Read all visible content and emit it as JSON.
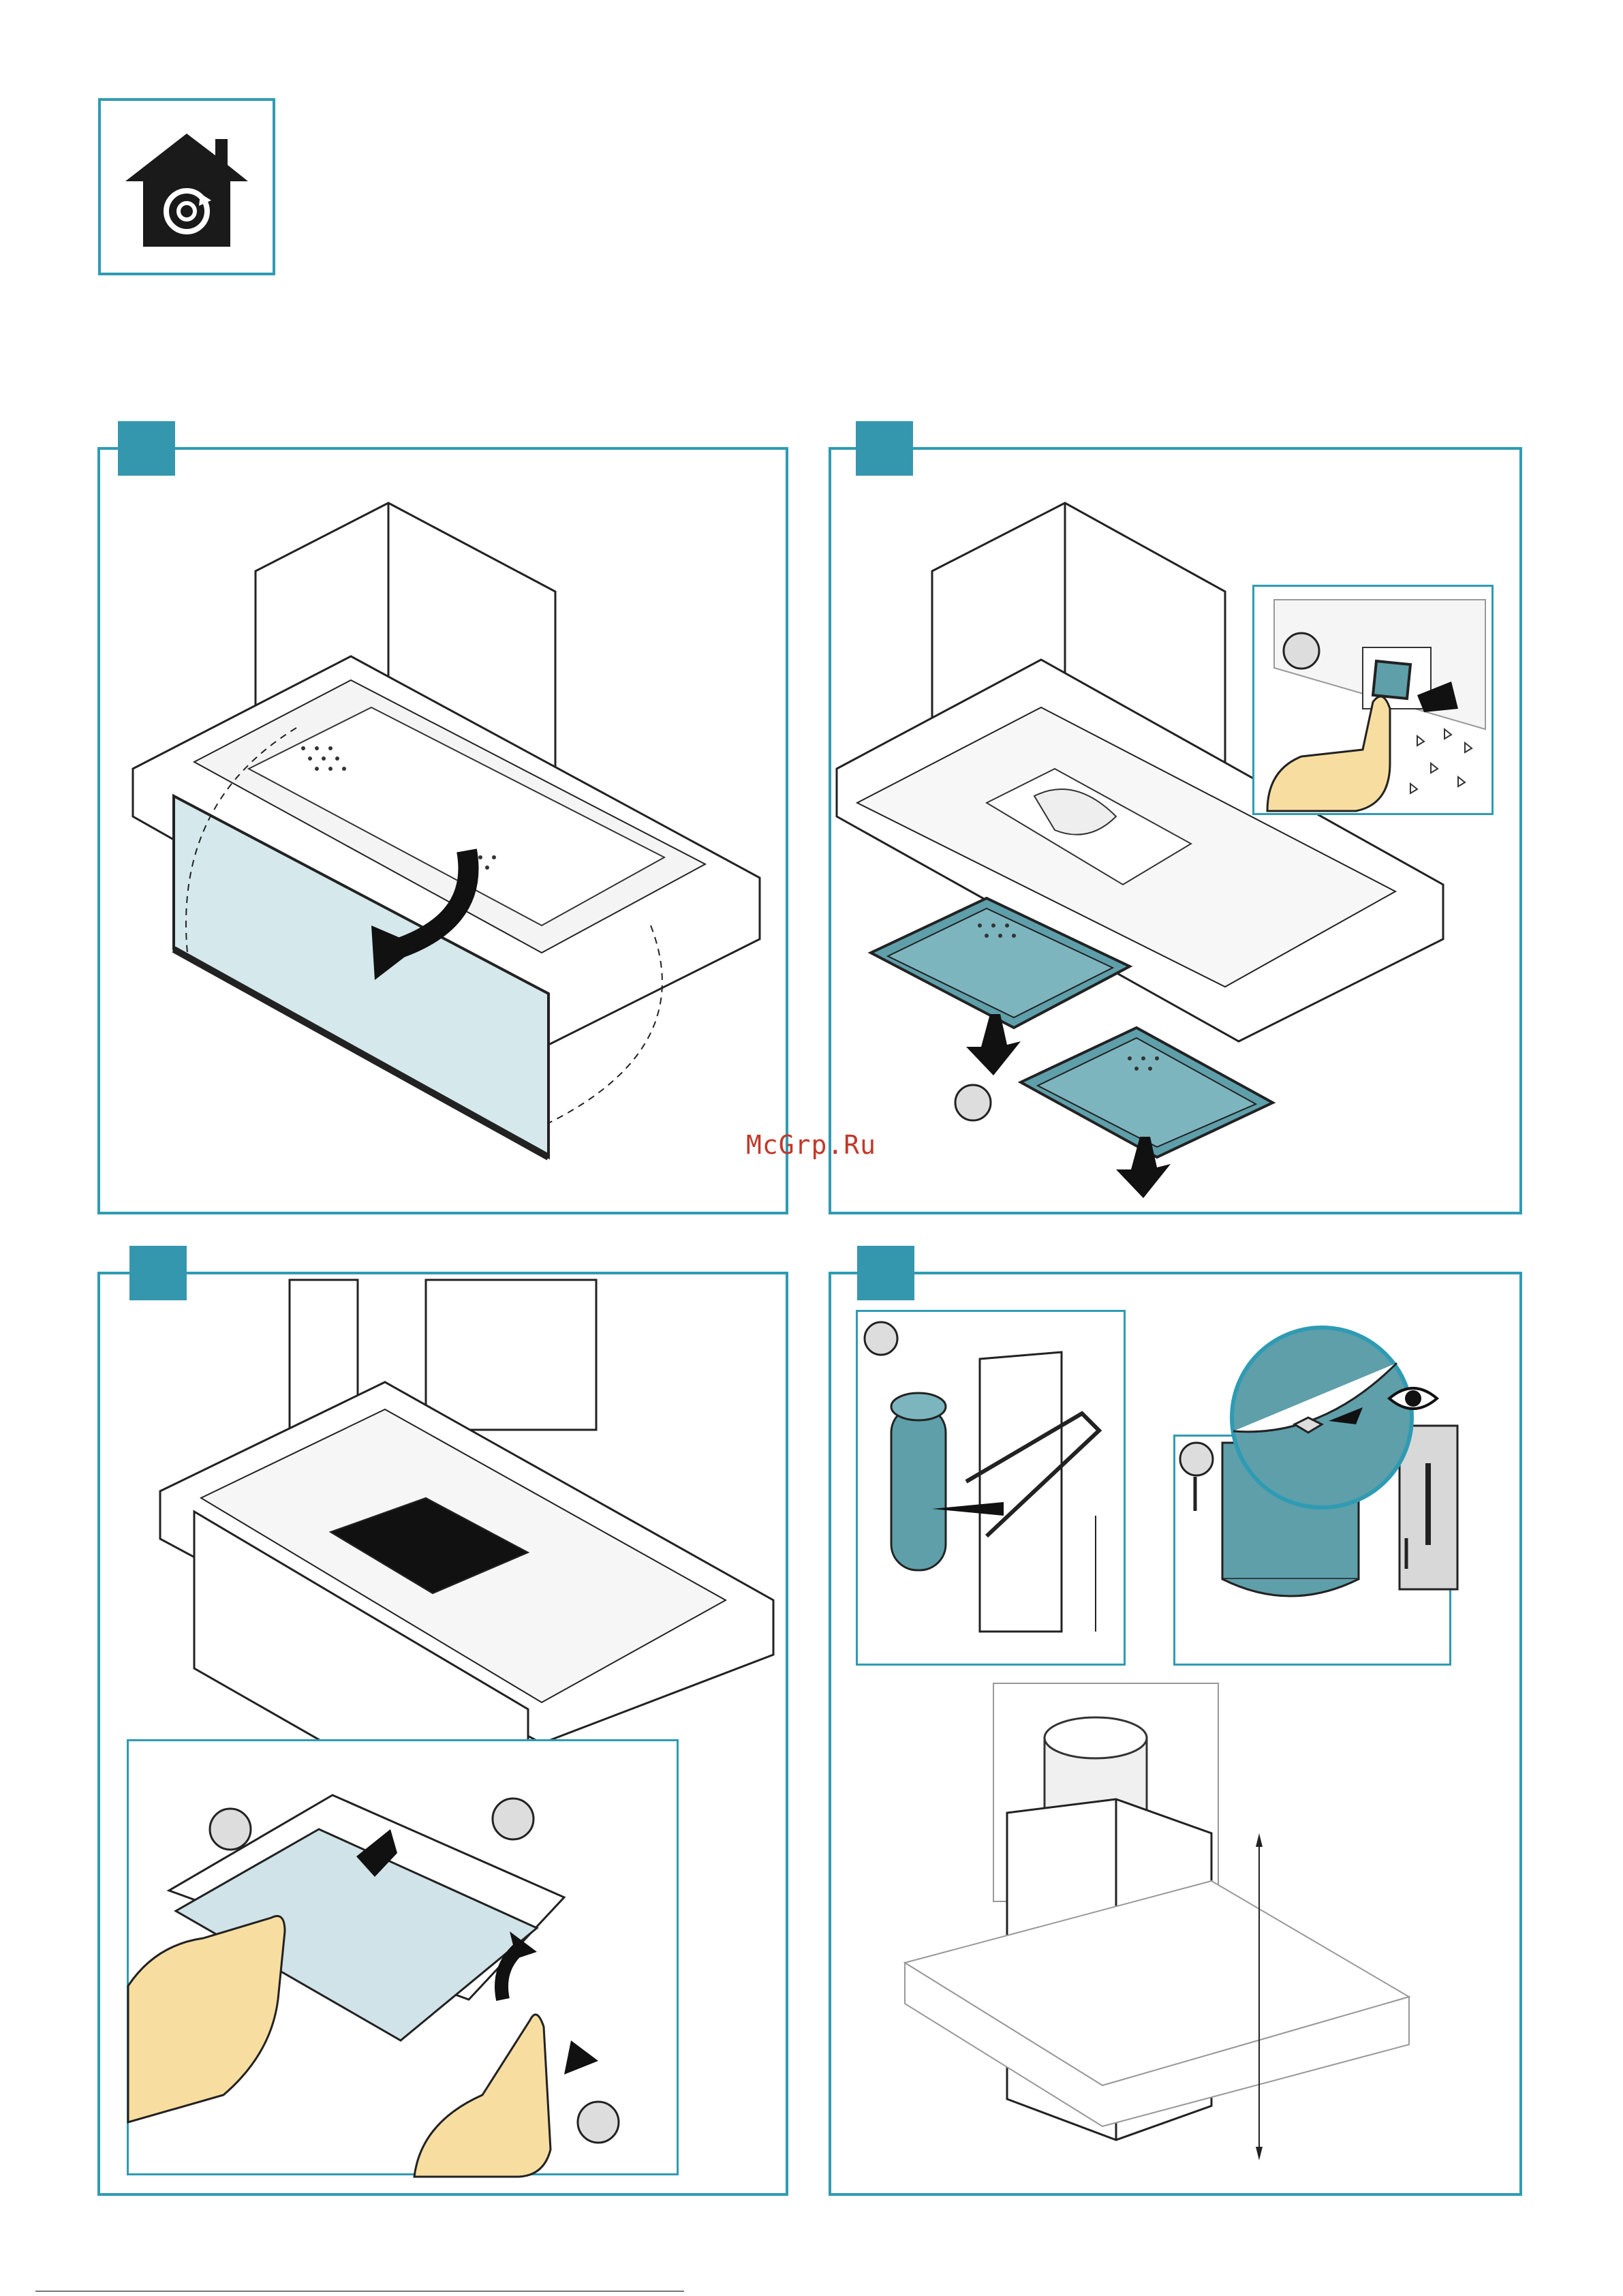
{
  "watermark": {
    "text": "McGrp.Ru"
  },
  "header_icon": {
    "icon": "home-service-icon"
  },
  "panels": [
    {
      "id": 1,
      "label": ""
    },
    {
      "id": 2,
      "label": ""
    },
    {
      "id": 3,
      "label": ""
    },
    {
      "id": 4,
      "label": ""
    }
  ],
  "colors": {
    "accent": "#3597ae",
    "frame": "#2f9bb3",
    "glass": "#d5e8ec",
    "filter": "#5e9faa",
    "skin": "#f7dea0"
  }
}
